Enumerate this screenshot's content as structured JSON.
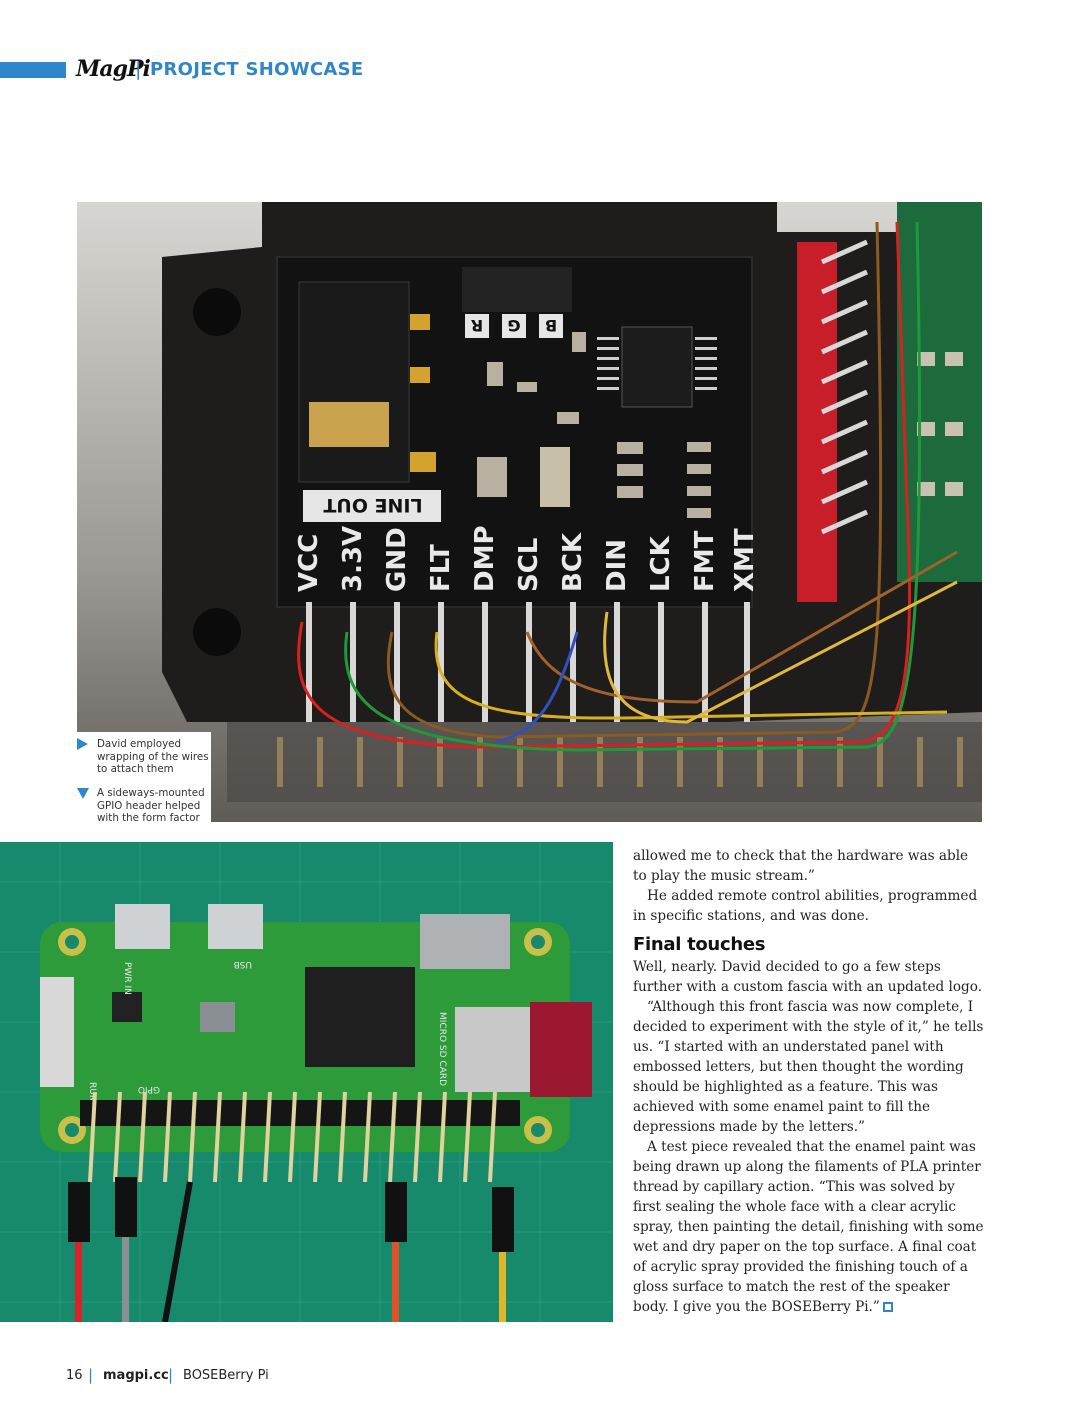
{
  "header": {
    "magazine_logo": "MagPi",
    "section": "PROJECT SHOWCASE"
  },
  "photo1": {
    "pin_labels": [
      "VCC",
      "3.3V",
      "GND",
      "FLT",
      "DMP",
      "SCL",
      "BCK",
      "DIN",
      "LCK",
      "FMT",
      "XMT"
    ],
    "line_out_label": "LINE OUT",
    "header_labels": [
      "R",
      "G",
      "B"
    ]
  },
  "photo2": {
    "pcb_labels": [
      "PWR IN",
      "USB",
      "MICRO SD CARD",
      "GPIO",
      "RUN"
    ]
  },
  "captions": [
    {
      "text": "David employed wrapping of the wires to attach them",
      "arrow": "right"
    },
    {
      "text": "A sideways-mounted GPIO header helped with the form factor",
      "arrow": "down"
    }
  ],
  "article": {
    "para1": "allowed me to check that the hardware was able to play the music stream.”",
    "para2": "He added remote control abilities, programmed in specific stations, and was done.",
    "heading": "Final touches",
    "para3": "Well, nearly. David decided to go a few steps further with a custom fascia with an updated logo.",
    "para4": "“Although this front fascia was now complete, I decided to experiment with the style of it,” he tells us. “I started with an understated panel with embossed letters, but then thought the wording should be highlighted as a feature. This was achieved with some enamel paint to fill the depressions made by the letters.”",
    "para5": "A test piece revealed that the enamel paint was being drawn up along the filaments of PLA printer thread by capillary action. “This was solved by first sealing the whole face with a clear acrylic spray, then painting the detail, finishing with some wet and dry paper on the top surface. A final coat of acrylic spray provided the finishing touch of a gloss surface to match the rest of the speaker body. I give you the BOSEBerry Pi.”"
  },
  "footer": {
    "page_number": "16",
    "site": "magpi.cc",
    "article_title": "BOSEBerry Pi"
  }
}
